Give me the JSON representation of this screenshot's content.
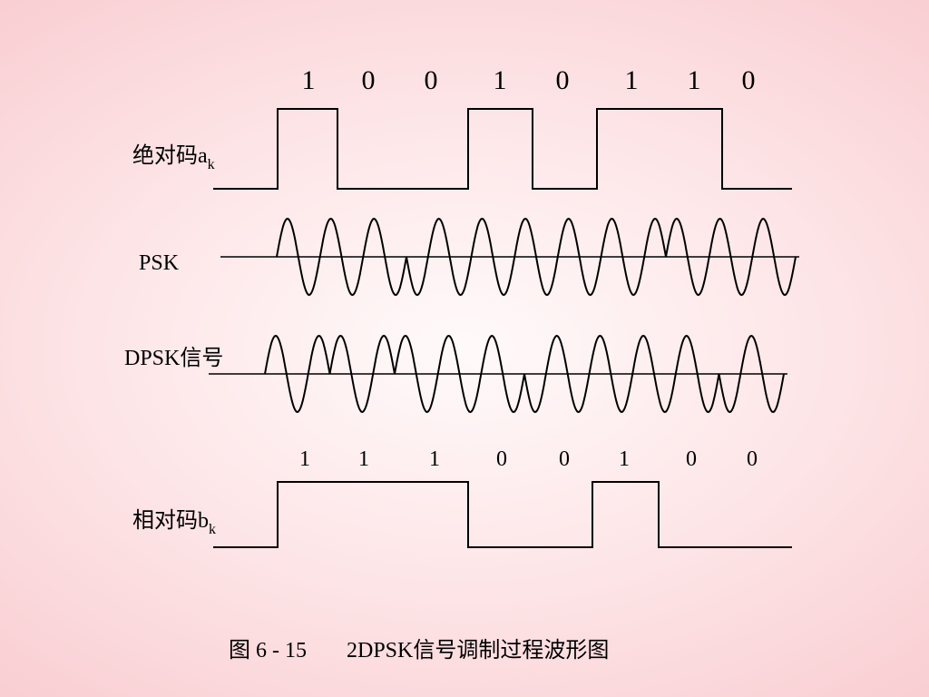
{
  "absolute_code": {
    "label": "绝对码",
    "symbol": "a",
    "subscript": "k",
    "bits": [
      "1",
      "0",
      "0",
      "1",
      "0",
      "1",
      "1",
      "0"
    ]
  },
  "psk": {
    "label": "PSK",
    "phases": [
      0,
      1,
      1,
      0,
      1,
      0,
      0,
      1
    ]
  },
  "dpsk": {
    "label": "DPSK信号",
    "phases": [
      0,
      0,
      0,
      1,
      1,
      0,
      1,
      1
    ]
  },
  "relative_code": {
    "label": "相对码",
    "symbol": "b",
    "subscript": "k",
    "bits": [
      "1",
      "1",
      "1",
      "0",
      "0",
      "1",
      "0",
      "0"
    ]
  },
  "caption": {
    "number": "图 6 - 15",
    "title": "2DPSK信号调制过程波形图"
  }
}
